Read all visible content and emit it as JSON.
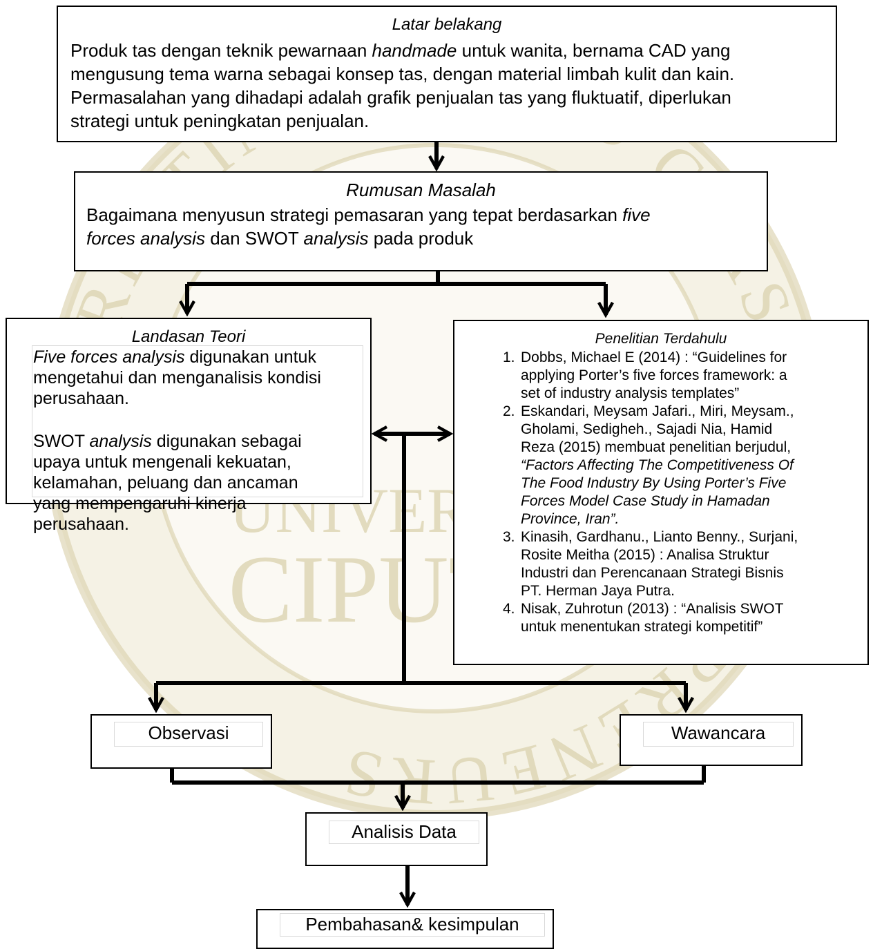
{
  "watermark": {
    "arc_text": "CREATING WORLD CLASS ENTREPRENEURS",
    "center_text_1": "UNIVERSITAS",
    "center_text_2": "CIPUTRA"
  },
  "latar": {
    "title": "Latar belakang",
    "line1_pre": "Produk tas dengan teknik pewarnaan ",
    "line1_em": "handmade",
    "line1_post": " untuk wanita, bernama CAD yang",
    "line2": "mengusung tema warna sebagai konsep tas, dengan material limbah kulit dan kain.",
    "line3": "Permasalahan yang dihadapi adalah grafik penjualan tas yang fluktuatif, diperlukan",
    "line4": "strategi untuk peningkatan penjualan."
  },
  "rumusan": {
    "title": "Rumusan Masalah",
    "line1_pre": "Bagaimana menyusun strategi pemasaran yang tepat berdasarkan ",
    "line1_em": "five",
    "line2_em1": "forces analysis",
    "line2_mid": " dan SWOT ",
    "line2_em2": "analysis",
    "line2_post": " pada produk"
  },
  "landasan": {
    "title": "Landasan Teori",
    "p1_em": "Five forces analysis",
    "p1_post": " digunakan untuk",
    "p1_l2": "mengetahui dan menganalisis kondisi",
    "p1_l3": "perusahaan.",
    "p2_pre": "SWOT ",
    "p2_em": "analysis",
    "p2_post": " digunakan sebagai",
    "p2_l2": "upaya untuk mengenali kekuatan,",
    "p2_l3": "kelamahan, peluang dan ancaman",
    "p2_l4": "yang mempengaruhi kinerja",
    "p2_l5": "perusahaan."
  },
  "penelitian": {
    "title": "Penelitian Terdahulu",
    "r1_num": "1.",
    "r1_l1": "Dobbs, Michael E (2014) : “Guidelines for",
    "r1_l2": "applying Porter’s five forces framework: a",
    "r1_l3": "set of industry analysis templates”",
    "r2_num": "2.",
    "r2_l1": "Eskandari, Meysam Jafari., Miri, Meysam.,",
    "r2_l2": "Gholami, Sedigheh., Sajadi Nia, Hamid",
    "r2_l3": "Reza (2015) membuat penelitian berjudul,",
    "r2_l4": "“Factors Affecting The Competitiveness Of",
    "r2_l5": "The Food Industry By Using Porter’s Five",
    "r2_l6": "Forces Model Case Study in Hamadan",
    "r2_l7": "Province, Iran”.",
    "r3_num": "3.",
    "r3_l1": "Kinasih, Gardhanu., Lianto Benny., Surjani,",
    "r3_l2": "Rosite Meitha (2015) : Analisa Struktur",
    "r3_l3": "Industri dan Perencanaan Strategi Bisnis",
    "r3_l4": "PT. Herman Jaya Putra.",
    "r4_num": "4.",
    "r4_l1": "Nisak, Zuhrotun (2013) : “Analisis SWOT",
    "r4_l2": "untuk menentukan strategi kompetitif”"
  },
  "observasi": {
    "label": "Observasi"
  },
  "wawancara": {
    "label": "Wawancara"
  },
  "analisis": {
    "label": "Analisis Data"
  },
  "pembahasan": {
    "label": "Pembahasan& kesimpulan"
  }
}
